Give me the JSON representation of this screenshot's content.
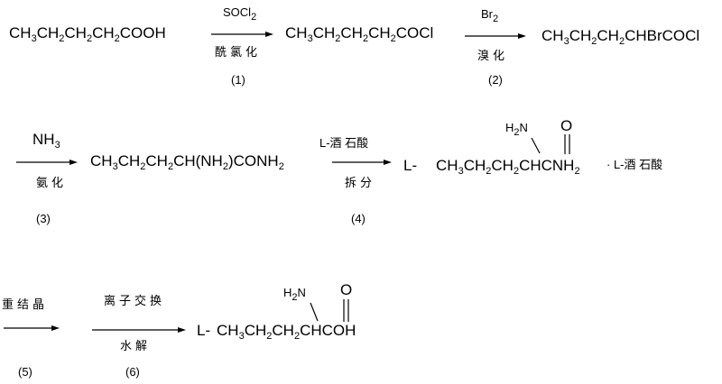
{
  "row1": {
    "start": [
      "CH",
      "3",
      "CH",
      "2",
      "CH",
      "2",
      "CH",
      "2",
      "COOH"
    ],
    "step1": {
      "reagent": [
        "SOCl",
        "2"
      ],
      "condition": "酰氯化",
      "number": "(1)"
    },
    "product1": [
      "CH",
      "3",
      "CH",
      "2",
      "CH",
      "2",
      "CH",
      "2",
      "COCl"
    ],
    "step2": {
      "reagent": [
        "Br",
        "2"
      ],
      "condition": "溴化",
      "number": "(2)"
    },
    "product2": [
      "CH",
      "3",
      "CH",
      "2",
      "CH",
      "2",
      "CHBrCOCl"
    ]
  },
  "row2": {
    "step3": {
      "reagent": [
        "NH",
        "3"
      ],
      "condition": "氨化",
      "number": "(3)"
    },
    "product3": [
      "CH",
      "3",
      "CH",
      "2",
      "CH",
      "2",
      "CH(NH",
      "2",
      ")CONH",
      "2"
    ],
    "step4": {
      "reagent": "L-酒  石酸",
      "condition": "拆分",
      "number": "(4)"
    },
    "product4": {
      "prefix": "L-",
      "chain": [
        "CH",
        "3",
        "CH",
        "2",
        "CH",
        "2",
        "CHCNH",
        "2"
      ],
      "amine": [
        "H",
        "2",
        "N"
      ],
      "carbonyl_o": "O",
      "salt": "· L-酒  石酸"
    }
  },
  "row3": {
    "step5": {
      "condition": "重结晶",
      "number": "(5)"
    },
    "step6": {
      "condition_top": "离子交换",
      "condition_bottom": "水解",
      "number": "(6)"
    },
    "product5": {
      "prefix": "L-",
      "chain": [
        "CH",
        "3",
        "CH",
        "2",
        "CH",
        "2",
        "CHCOH"
      ],
      "amine": [
        "H",
        "2",
        "N"
      ],
      "carbonyl_o": "O"
    }
  }
}
